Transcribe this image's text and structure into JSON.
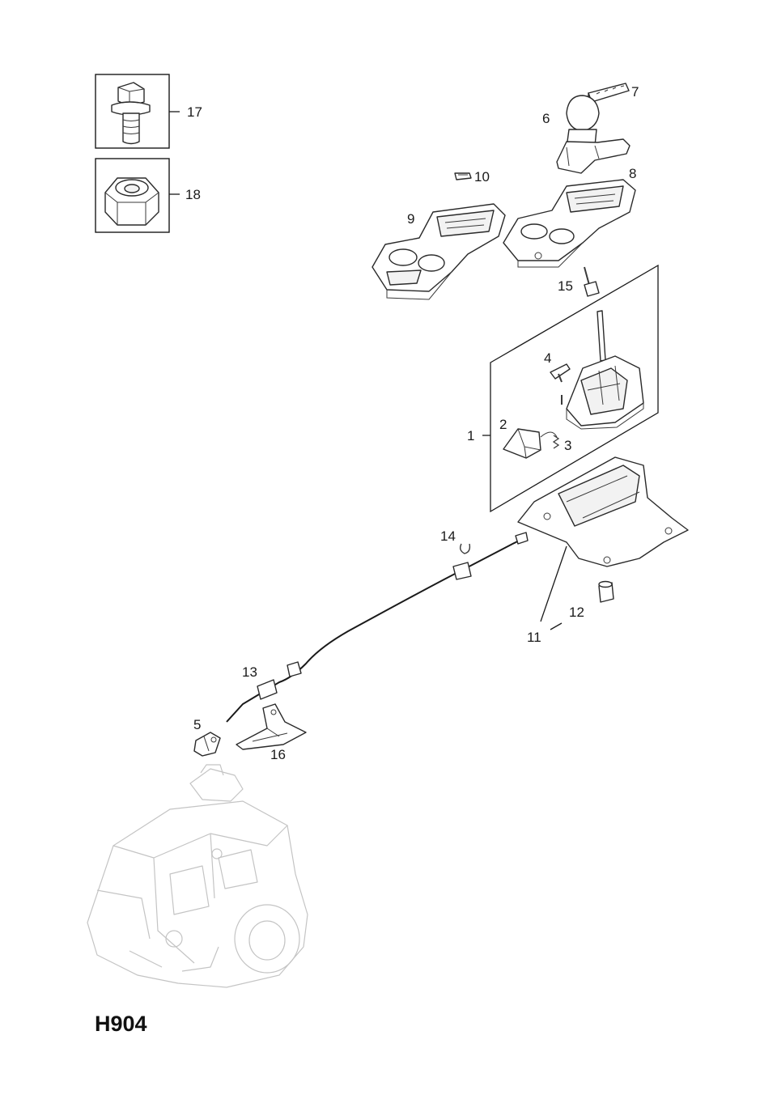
{
  "diagram_code": "H904",
  "callouts": {
    "c1": "1",
    "c2": "2",
    "c3": "3",
    "c4": "4",
    "c5": "5",
    "c6": "6",
    "c7": "7",
    "c8": "8",
    "c9": "9",
    "c10": "10",
    "c11": "11",
    "c12": "12",
    "c13": "13",
    "c14": "14",
    "c15": "15",
    "c16": "16",
    "c17": "17",
    "c18": "18"
  }
}
